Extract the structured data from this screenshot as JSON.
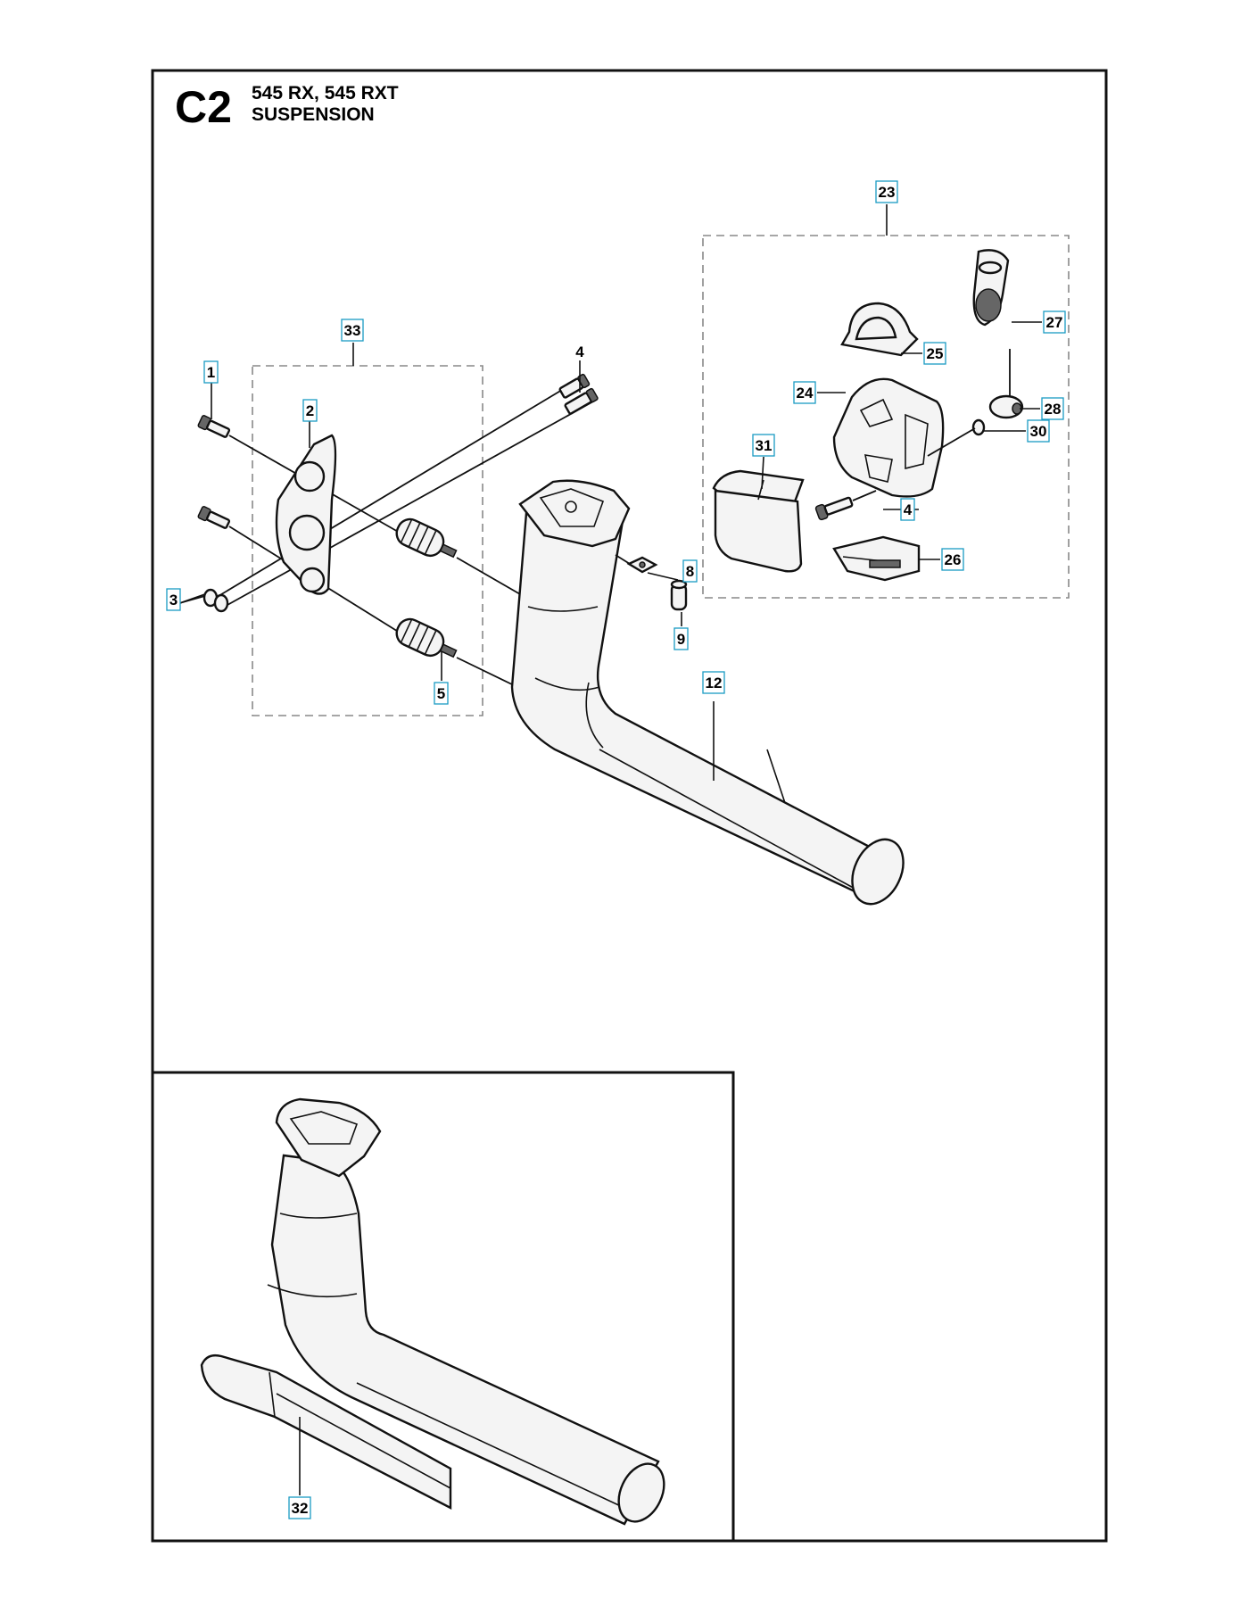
{
  "header": {
    "code": "C2",
    "models": "545 RX, 545 RXT",
    "section": "SUSPENSION"
  },
  "callouts": {
    "c1": "1",
    "c2": "2",
    "c3": "3",
    "c4_top": "4",
    "c4_bottom": "4",
    "c5": "5",
    "c8": "8",
    "c9": "9",
    "c12": "12",
    "c23": "23",
    "c24": "24",
    "c25": "25",
    "c26": "26",
    "c27": "27",
    "c28": "28",
    "c30": "30",
    "c31": "31",
    "c32": "32",
    "c33": "33"
  },
  "colors": {
    "callout_box_border": "#1a9bc4",
    "line": "#111111"
  }
}
